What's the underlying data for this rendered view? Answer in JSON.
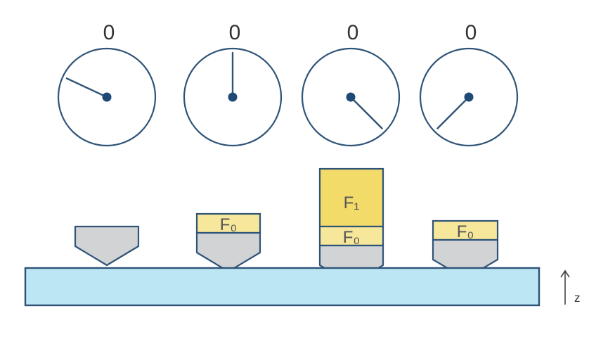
{
  "dials": [
    {
      "label": "0",
      "needle_angle_deg": 205
    },
    {
      "label": "0",
      "needle_angle_deg": 270
    },
    {
      "label": "0",
      "needle_angle_deg": 45
    },
    {
      "label": "0",
      "needle_angle_deg": 135
    }
  ],
  "weights": {
    "f0": "F₀",
    "f1": "F₁"
  },
  "axis": {
    "label": "z"
  },
  "colors": {
    "outline": "#2f5478",
    "specimen": "#bde6f5",
    "indenter": "#d2d3d5",
    "weight_f0": "#f7e79a",
    "weight_f1": "#f3db6a"
  }
}
